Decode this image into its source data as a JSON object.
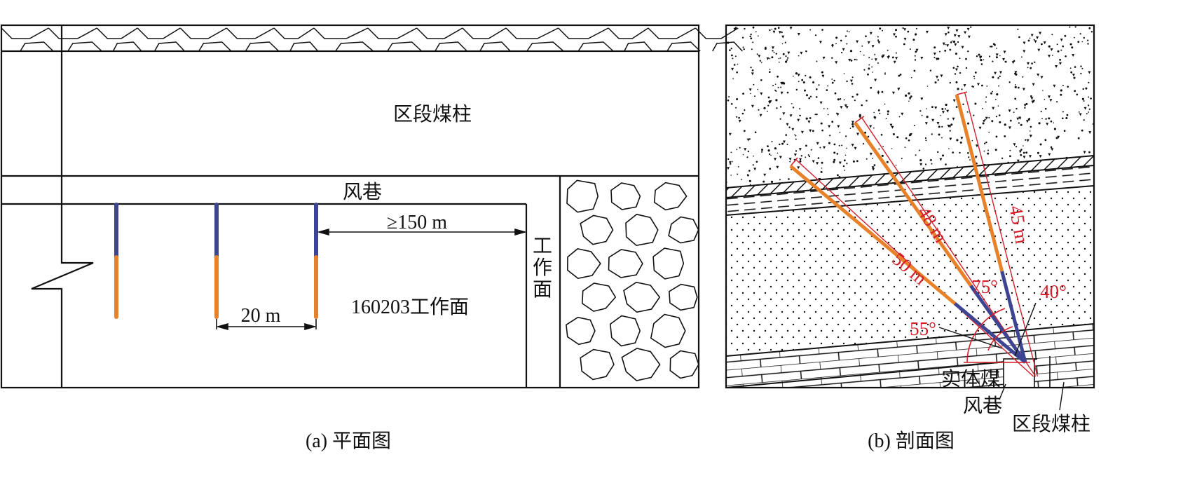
{
  "colors": {
    "drill_near": "#3d4593",
    "drill_far": "#e8822a",
    "dimension": "#d41f2b",
    "line": "#111111"
  },
  "plan": {
    "labels": {
      "pillar": "区段煤柱",
      "airway": "风巷",
      "distance_to_face": "≥150 m",
      "face_vertical": [
        "工",
        "作",
        "面"
      ],
      "working_face": "160203工作面",
      "spacing": "20 m"
    },
    "caption": "(a) 平面图",
    "drill_holes": 3
  },
  "section": {
    "labels": {
      "len_50": "50 m",
      "len_48": "48 m",
      "len_45": "45 m",
      "angle_75": "75°",
      "angle_55": "55°",
      "angle_40": "40°",
      "solid_coal": "实体煤",
      "airway": "风巷",
      "pillar": "区段煤柱"
    },
    "caption": "(b) 剖面图"
  }
}
